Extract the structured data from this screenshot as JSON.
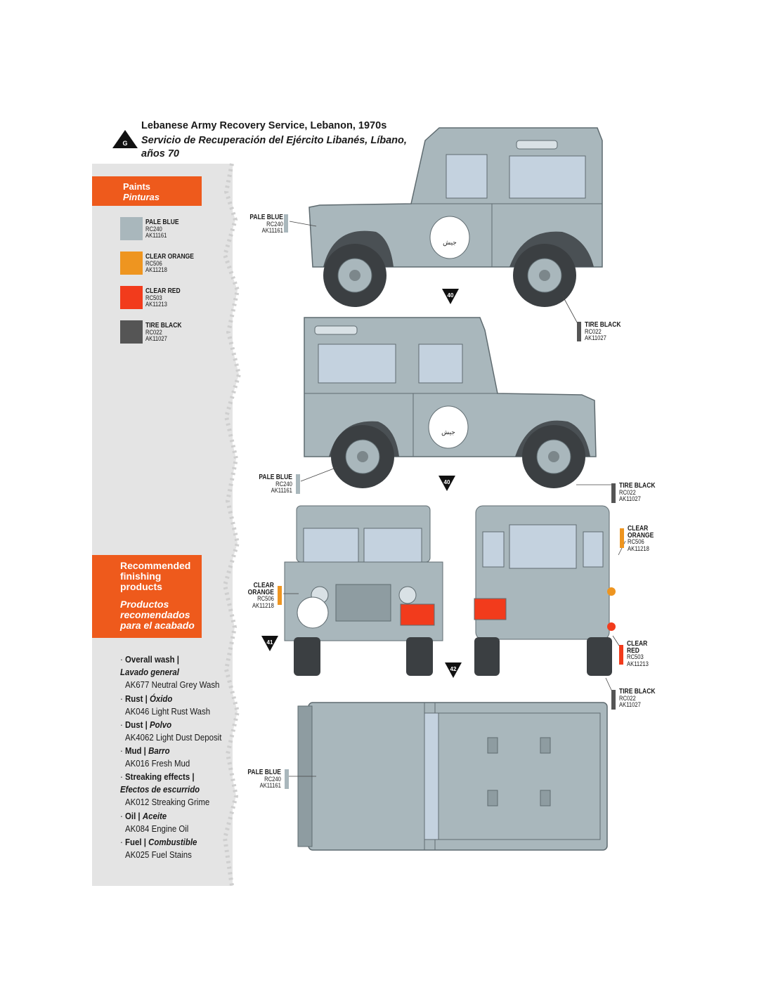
{
  "header": {
    "marker": "G",
    "title": "Lebanese Army Recovery Service, Lebanon, 1970s",
    "subtitle": "Servicio de Recuperación del Ejército Libanés, Líbano, años 70"
  },
  "paints_box": {
    "line1": "Paints",
    "line2": "Pinturas"
  },
  "paints": [
    {
      "name": "PALE BLUE",
      "code1": "RC240",
      "code2": "AK11161",
      "color": "#a9b7bc"
    },
    {
      "name": "CLEAR ORANGE",
      "code1": "RC506",
      "code2": "AK11218",
      "color": "#ee9520"
    },
    {
      "name": "CLEAR RED",
      "code1": "RC503",
      "code2": "AK11213",
      "color": "#f23b1c"
    },
    {
      "name": "TIRE BLACK",
      "code1": "RC022",
      "code2": "AK11027",
      "color": "#555555"
    }
  ],
  "finishing_box": {
    "line1": "Recommended",
    "line2": "finishing",
    "line3": "products",
    "line4": "Productos",
    "line5": "recomendados",
    "line6": "para el acabado"
  },
  "products": [
    {
      "en": "Overall wash |",
      "es": "Lavado general",
      "item": "AK677 Neutral Grey Wash"
    },
    {
      "en": "Rust |",
      "es": "Óxido",
      "item": "AK046 Light Rust Wash"
    },
    {
      "en": "Dust |",
      "es": "Polvo",
      "item": "AK4062 Light Dust Deposit"
    },
    {
      "en": "Mud |",
      "es": "Barro",
      "item": "AK016 Fresh Mud"
    },
    {
      "en": "Streaking effects |",
      "es": "Efectos de escurrido",
      "item": "AK012 Streaking Grime"
    },
    {
      "en": "Oil |",
      "es": "Aceite",
      "item": "AK084 Engine Oil"
    },
    {
      "en": "Fuel |",
      "es": "Combustible",
      "item": "AK025 Fuel Stains"
    }
  ],
  "callouts": {
    "pale_blue": {
      "name": "PALE BLUE",
      "code1": "RC240",
      "code2": "AK11161"
    },
    "tire_black": {
      "name": "TIRE BLACK",
      "code1": "RC022",
      "code2": "AK11027"
    },
    "clear_orange_a": {
      "name": "CLEAR",
      "name2": "ORANGE",
      "code1": "RC506",
      "code2": "AK11218"
    },
    "clear_red": {
      "name": "CLEAR",
      "name2": "RED",
      "code1": "RC503",
      "code2": "AK11213"
    }
  },
  "decal_markers": [
    "40",
    "40",
    "41",
    "42"
  ],
  "colors": {
    "accent": "#ee5a1c",
    "vehicle": "#a9b7bc",
    "panel": "#e4e4e4"
  }
}
